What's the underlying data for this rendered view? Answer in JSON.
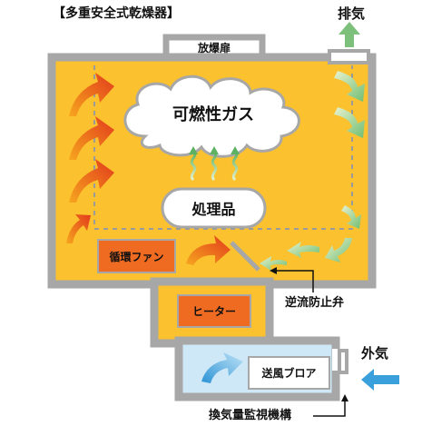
{
  "title": "【多重安全式乾燥器】",
  "labels": {
    "exhaust": "排気",
    "explosion_door": "放爆扉",
    "flammable_gas": "可燃性ガス",
    "processed_item": "処理品",
    "circulation_fan": "循環ファン",
    "check_valve": "逆流防止弁",
    "heater": "ヒーター",
    "blower": "送風ブロア",
    "outside_air": "外気",
    "ventilation_monitor": "換気量監視機構"
  },
  "colors": {
    "outline": "#a7a7a7",
    "chamber": "#fbc12e",
    "orange_box": "#ef6b22",
    "blue_box": "#cfe8f7",
    "red_arrow": "#e84f20",
    "green_arrow": "#7cc07c",
    "blue_arrow": "#3aa0dc"
  }
}
